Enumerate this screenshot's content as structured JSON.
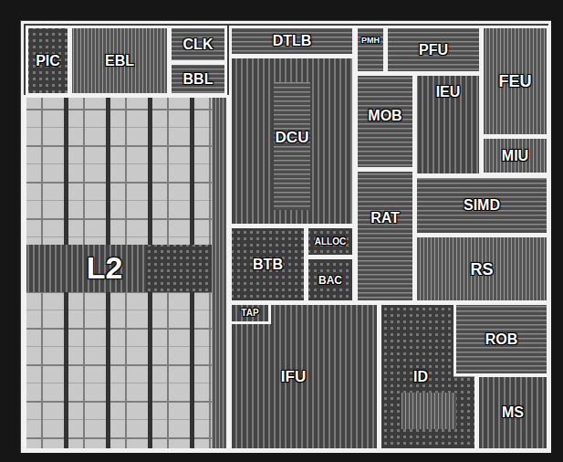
{
  "diagram": {
    "nodes": [
      {
        "text": [
          "PIC"
        ]
      },
      {
        "text": [
          "EBL"
        ]
      },
      {
        "text": [
          "CLK"
        ]
      },
      {
        "text": [
          "BBL"
        ]
      },
      {
        "text": [
          "DTLB"
        ]
      },
      {
        "text": [
          "PMH"
        ]
      },
      {
        "text": [
          "PFU"
        ]
      },
      {
        "text": [
          "FEU"
        ]
      },
      {
        "text": [
          "DCU"
        ]
      },
      {
        "text": [
          "MOB"
        ]
      },
      {
        "text": [
          "IEU"
        ]
      },
      {
        "text": [
          "MIU"
        ]
      },
      {
        "text": [
          "SIMD"
        ]
      },
      {
        "text": [
          "L2"
        ]
      },
      {
        "text": [
          "RAT"
        ]
      },
      {
        "text": [
          "RS"
        ]
      },
      {
        "text": [
          "BTB"
        ]
      },
      {
        "text": [
          "ALLOC"
        ]
      },
      {
        "text": [
          "BAC"
        ]
      },
      {
        "text": [
          "IFU"
        ]
      },
      {
        "text": [
          "TAP"
        ],
        "in": 19
      },
      {
        "text": [
          "ID"
        ]
      },
      {
        "text": [
          "ROB"
        ]
      },
      {
        "text": [
          "MS"
        ]
      }
    ]
  }
}
